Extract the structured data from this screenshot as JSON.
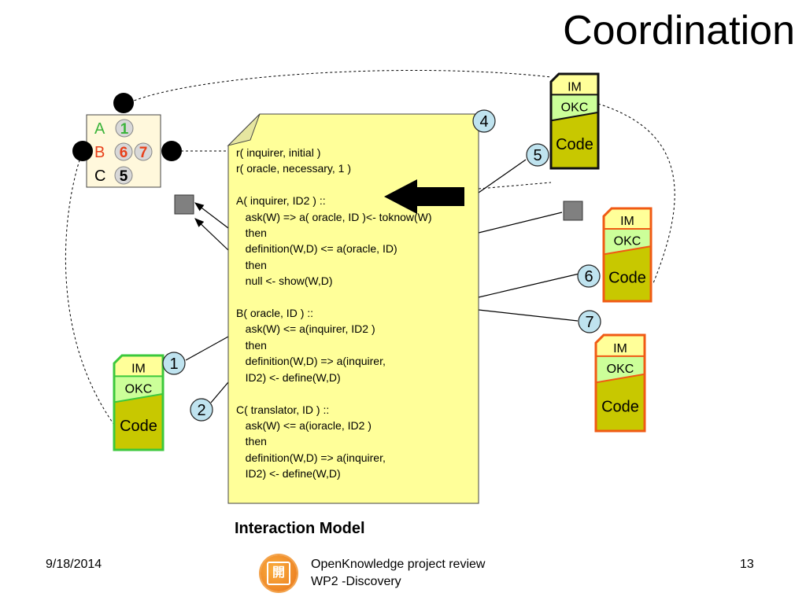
{
  "title": "Coordination",
  "role_box": {
    "rows": [
      {
        "letter": "A",
        "color": "#3cb43c",
        "badges": [
          {
            "num": "1",
            "color": "#3cb43c"
          }
        ]
      },
      {
        "letter": "B",
        "color": "#e8401a",
        "badges": [
          {
            "num": "6",
            "color": "#e8401a"
          },
          {
            "num": "7",
            "color": "#e8401a"
          }
        ]
      },
      {
        "letter": "C",
        "color": "#000000",
        "badges": [
          {
            "num": "5",
            "color": "#000000"
          }
        ]
      }
    ]
  },
  "interaction_model": {
    "lines": [
      "r( inquirer, initial )",
      "r( oracle, necessary, 1 )",
      "",
      "A( inquirer, ID2 ) ::",
      "   ask(W) => a( oracle, ID )<- toknow(W)",
      "   then",
      "   definition(W,D) <= a(oracle, ID)",
      "   then",
      "   null <- show(W,D)",
      "",
      "B( oracle, ID ) ::",
      "   ask(W) <= a(inquirer, ID2 )",
      "   then",
      "   definition(W,D) => a(inquirer,",
      "   ID2) <- define(W,D)",
      "",
      "C( translator, ID ) ::",
      "   ask(W) <= a(ioracle, ID2 )",
      "   then",
      "   definition(W,D) => a(inquirer,",
      "   ID2) <- define(W,D)"
    ],
    "caption": "Interaction Model"
  },
  "peers": [
    {
      "id": "green",
      "im": "IM",
      "okc": "OKC",
      "code": "Code",
      "border": "#3cc83c"
    },
    {
      "id": "olive",
      "im": "IM",
      "okc": "OKC",
      "code": "Code",
      "border": "#111111"
    },
    {
      "id": "orange1",
      "im": "IM",
      "okc": "OKC",
      "code": "Code",
      "border": "#f05a14"
    },
    {
      "id": "orange2",
      "im": "IM",
      "okc": "OKC",
      "code": "Code",
      "border": "#f05a14"
    }
  ],
  "step_badges": [
    "1",
    "2",
    "4",
    "5",
    "6",
    "7"
  ],
  "footer": {
    "date": "9/18/2014",
    "line1": "OpenKnowledge project review",
    "line2": "WP2 -Discovery",
    "page": "13"
  },
  "colors": {
    "note_fill": "#ffff99",
    "im_fill": "#ffff99",
    "okc_fill": "#ccff99",
    "code_fill": "#c8c800",
    "badge_fill": "#bfe3ef"
  }
}
